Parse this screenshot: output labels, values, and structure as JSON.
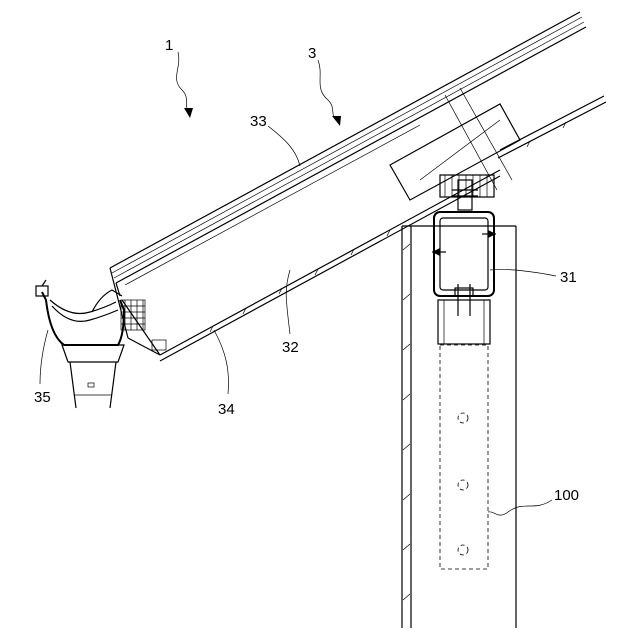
{
  "labels": {
    "l1": "1",
    "l3": "3",
    "l33": "33",
    "l32": "32",
    "l31": "31",
    "l34": "34",
    "l35": "35",
    "l100": "100"
  }
}
